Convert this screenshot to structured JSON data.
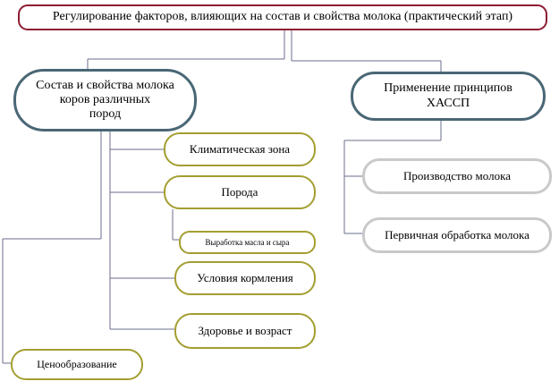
{
  "diagram": {
    "title": "Регулирование факторов, влияющих на состав и свойства молока (практический этап)",
    "composition": [
      "Состав и свойства молока",
      "коров различных",
      "пород"
    ],
    "haccp": [
      "Применение принципов",
      "ХАССП"
    ],
    "climate": "Климатическая зона",
    "breed": "Порода",
    "butter_cheese": "Выработка масла и сыра",
    "feeding": "Условия кормления",
    "health_age": "Здоровье и возраст",
    "pricing": "Ценообразование",
    "production": "Производство молока",
    "processing": "Первичная обработка молока"
  }
}
